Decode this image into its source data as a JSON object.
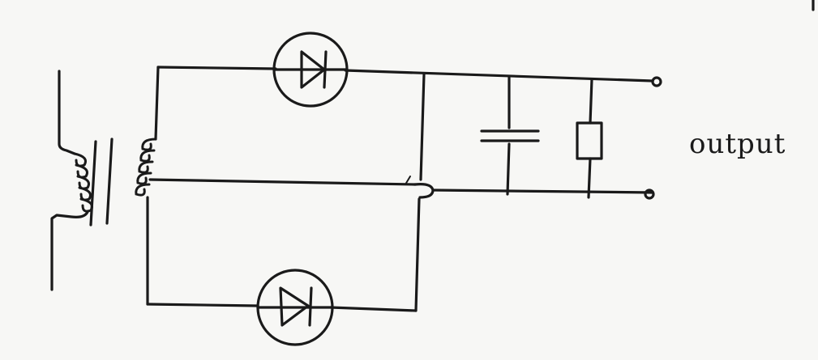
{
  "labels": {
    "output": "output"
  },
  "components": {
    "transformer": "center-tapped-transformer",
    "diodes": [
      "diode-top",
      "diode-bottom"
    ],
    "capacitor": "smoothing-capacitor",
    "resistor": "load-resistor",
    "terminals": [
      "output-terminal-top",
      "output-terminal-bottom"
    ]
  },
  "colors": {
    "ink": "#1a1a1a",
    "paper": "#f7f7f5"
  }
}
